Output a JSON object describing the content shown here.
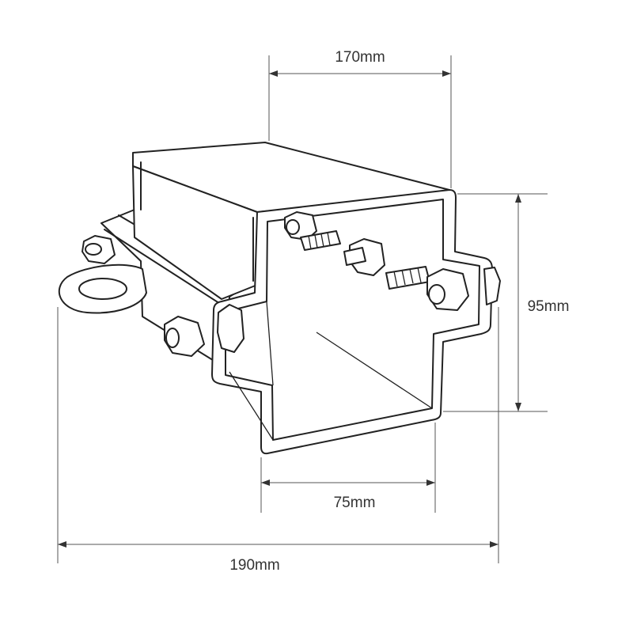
{
  "dimensions": {
    "length_top": "170mm",
    "height": "95mm",
    "inner_width": "75mm",
    "overall_width": "190mm"
  }
}
